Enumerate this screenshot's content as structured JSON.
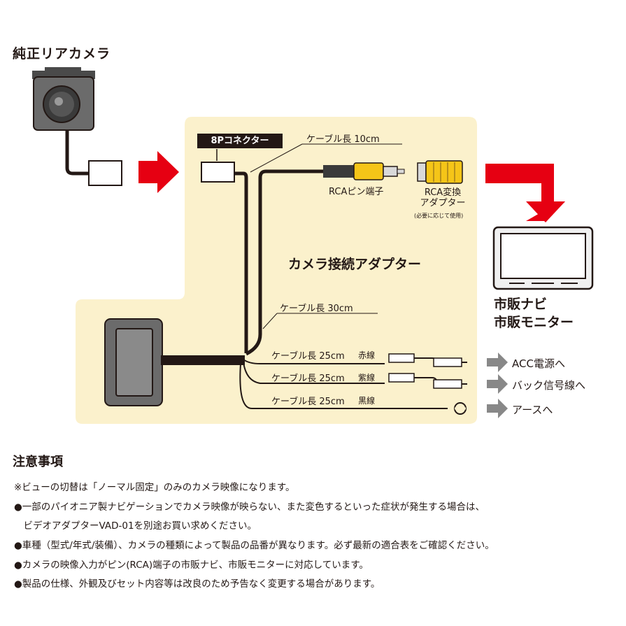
{
  "camera": {
    "title": "純正リアカメラ"
  },
  "connector": {
    "tag": "8Pコネクター"
  },
  "cables": {
    "main_length": "ケーブル長 10cm",
    "rca_pin": "RCAピン端子",
    "rca_adapter": "RCA変換\nアダプター",
    "rca_adapter_note": "(必要に応じて使用)",
    "adapter_name": "カメラ接続アダプター",
    "long_length": "ケーブル長 30cm",
    "wires": [
      {
        "length": "ケーブル長 25cm",
        "color_label": "赤線",
        "destination": "ACC電源へ"
      },
      {
        "length": "ケーブル長 25cm",
        "color_label": "紫線",
        "destination": "バック信号線へ"
      },
      {
        "length": "ケーブル長 25cm",
        "color_label": "黒線",
        "destination": "アースへ"
      }
    ]
  },
  "monitor": {
    "name": "市販ナビ\n市販モニター"
  },
  "notes": {
    "title": "注意事項",
    "items": [
      "※ビューの切替は「ノーマル固定」のみのカメラ映像になります。",
      "●一部のパイオニア製ナビゲーションでカメラ映像が映らない、また変色するといった症状が発生する場合は、",
      "　ビデオアダプターVAD-01を別途お買い求めください。",
      "●車種（型式/年式/装備）、カメラの種類によって製品の品番が異なります。必ず最新の適合表をご確認ください。",
      "●カメラの映像入力がピン(RCA)端子の市販ナビ、市販モニターに対応しています。",
      "●製品の仕様、外観及びセット内容等は改良のため予告なく変更する場合があります。"
    ]
  },
  "colors": {
    "panel": "#fbf1cc",
    "arrow_red": "#e60012",
    "arrow_gray": "#888888",
    "rca_yellow": "#f5c518"
  }
}
